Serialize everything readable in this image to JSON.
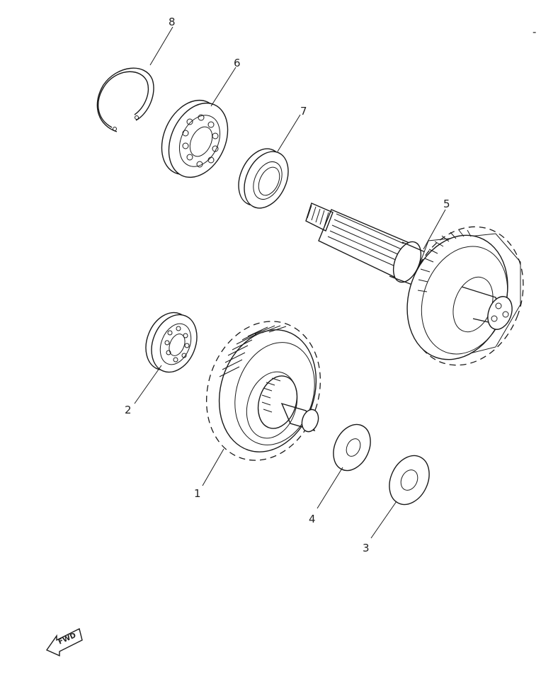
{
  "diagram": {
    "parts": [
      {
        "id": "part-1",
        "label": "1"
      },
      {
        "id": "part-2",
        "label": "2"
      },
      {
        "id": "part-3",
        "label": "3"
      },
      {
        "id": "part-4",
        "label": "4"
      },
      {
        "id": "part-5",
        "label": "5"
      },
      {
        "id": "part-6",
        "label": "6"
      },
      {
        "id": "part-7",
        "label": "7"
      },
      {
        "id": "part-8",
        "label": "8"
      }
    ],
    "fwd_label": "FWD",
    "corner_mark": "-"
  }
}
